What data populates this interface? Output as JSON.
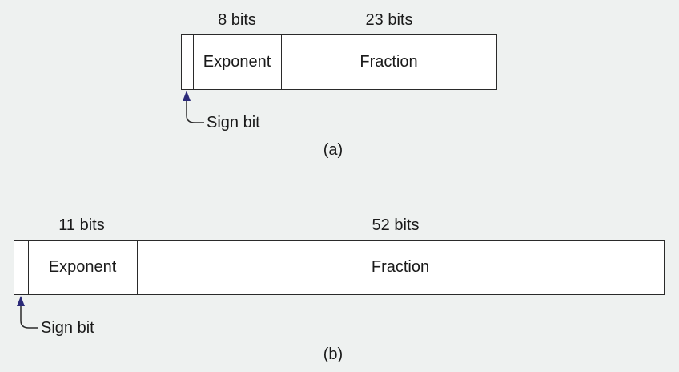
{
  "colors": {
    "arrow": "#2b2a78",
    "line": "#2a2a2a",
    "background": "#eef1f0"
  },
  "diagram_a": {
    "exponent_width_label": "8 bits",
    "fraction_width_label": "23 bits",
    "exponent_label": "Exponent",
    "fraction_label": "Fraction",
    "sign_label": "Sign bit",
    "caption": "(a)"
  },
  "diagram_b": {
    "exponent_width_label": "11 bits",
    "fraction_width_label": "52 bits",
    "exponent_label": "Exponent",
    "fraction_label": "Fraction",
    "sign_label": "Sign bit",
    "caption": "(b)"
  }
}
